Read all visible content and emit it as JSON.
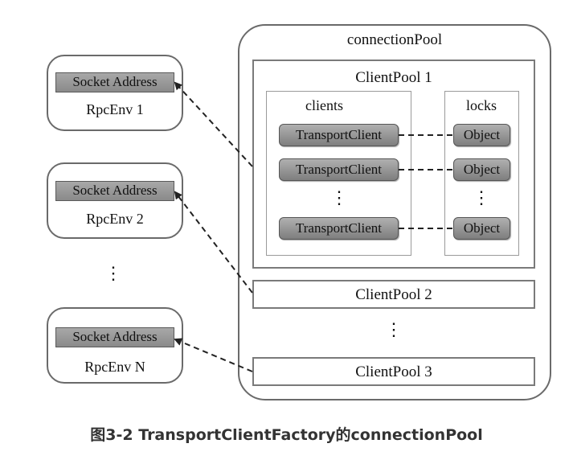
{
  "envs": [
    {
      "socket_label": "Socket Address",
      "name": "RpcEnv 1"
    },
    {
      "socket_label": "Socket Address",
      "name": "RpcEnv 2"
    },
    {
      "socket_label": "Socket Address",
      "name": "RpcEnv N"
    }
  ],
  "env_ellipsis": "⋮",
  "connection_pool": {
    "title": "connectionPool",
    "client_pool_1": {
      "title": "ClientPool 1",
      "clients_label": "clients",
      "locks_label": "locks",
      "clients": [
        "TransportClient",
        "TransportClient",
        "TransportClient"
      ],
      "locks": [
        "Object",
        "Object",
        "Object"
      ],
      "ellipsis": "⋮"
    },
    "client_pool_2": "ClientPool 2",
    "pool_ellipsis": "⋮",
    "client_pool_3": "ClientPool 3"
  },
  "caption": "图3-2 TransportClientFactory的connectionPool"
}
